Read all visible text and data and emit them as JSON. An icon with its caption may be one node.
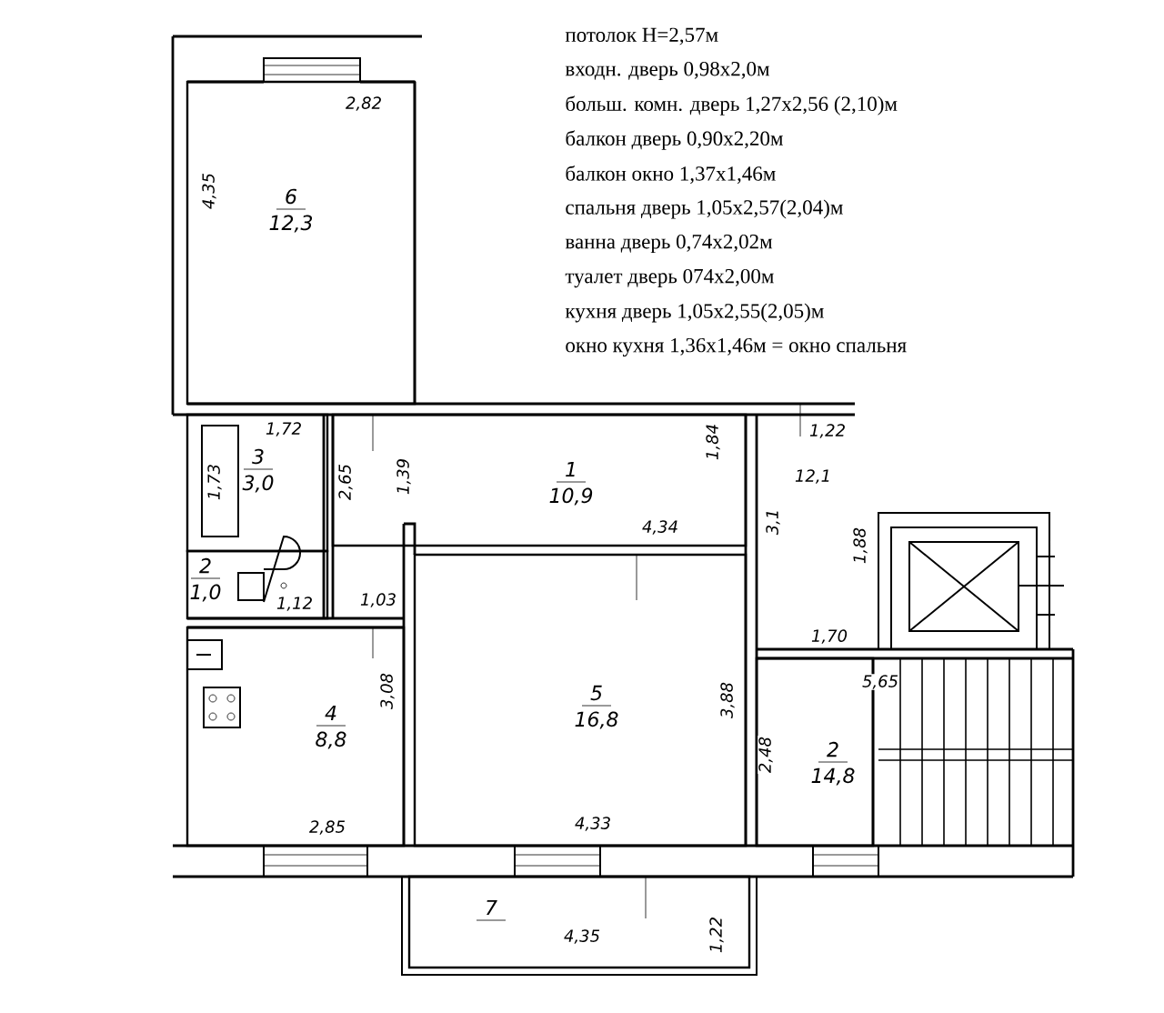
{
  "diagram": {
    "nodes": [
      {
        "text": [
          "6",
          "12,3"
        ]
      },
      {
        "text": [
          "3",
          "3,0"
        ]
      },
      {
        "text": [
          "2",
          "1,0"
        ]
      },
      {
        "text": [
          "1",
          "10,9"
        ]
      },
      {
        "text": [
          "4",
          "8,8"
        ]
      },
      {
        "text": [
          "5",
          "16,8"
        ]
      },
      {
        "text": [
          "2",
          "14,8"
        ]
      },
      {
        "text": [
          "7"
        ]
      }
    ],
    "labels": [
      "потолок H=2,57м",
      "входн. дверь 0,98x2,0м",
      "больш. комн. дверь 1,27x2,56 (2,10)м",
      "балкон дверь 0,90x2,20м",
      "балкон окно 1,37x1,46м",
      "спальня дверь 1,05x2,57(2,04)м",
      "ванна дверь 0,74x2,02м",
      "туалет дверь 074x2,00м",
      "кухня дверь 1,05x2,55(2,05)м",
      "окно кухня 1,36x1,46м = окно спальня",
      "2,82",
      "4,35",
      "1,72",
      "1,73",
      "2,65",
      "1,39",
      "1,84",
      "1,22",
      "12,1",
      "4,34",
      "3,1",
      "1,88",
      "1,12",
      "1,03",
      "3,08",
      "3,88",
      "1,70",
      "5,65",
      "2,48",
      "2,85",
      "4,33",
      "4,35",
      "1,22"
    ]
  }
}
